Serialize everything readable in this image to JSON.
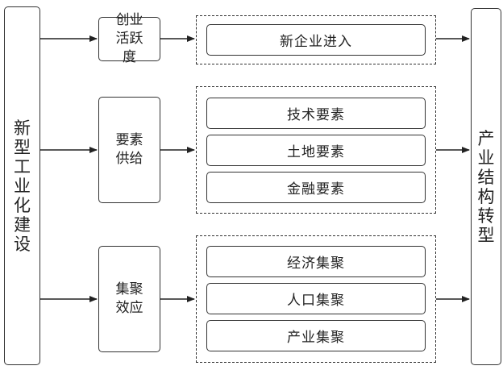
{
  "left_box": {
    "text": "新型工业化建设"
  },
  "right_box": {
    "text": "产业结构转型"
  },
  "middle": [
    {
      "text": "创业活跃度"
    },
    {
      "text": "要素供给"
    },
    {
      "text": "集聚效应"
    }
  ],
  "groups": [
    {
      "items": [
        "新企业进入"
      ]
    },
    {
      "items": [
        "技术要素",
        "土地要素",
        "金融要素"
      ]
    },
    {
      "items": [
        "经济集聚",
        "人口集聚",
        "产业集聚"
      ]
    }
  ]
}
